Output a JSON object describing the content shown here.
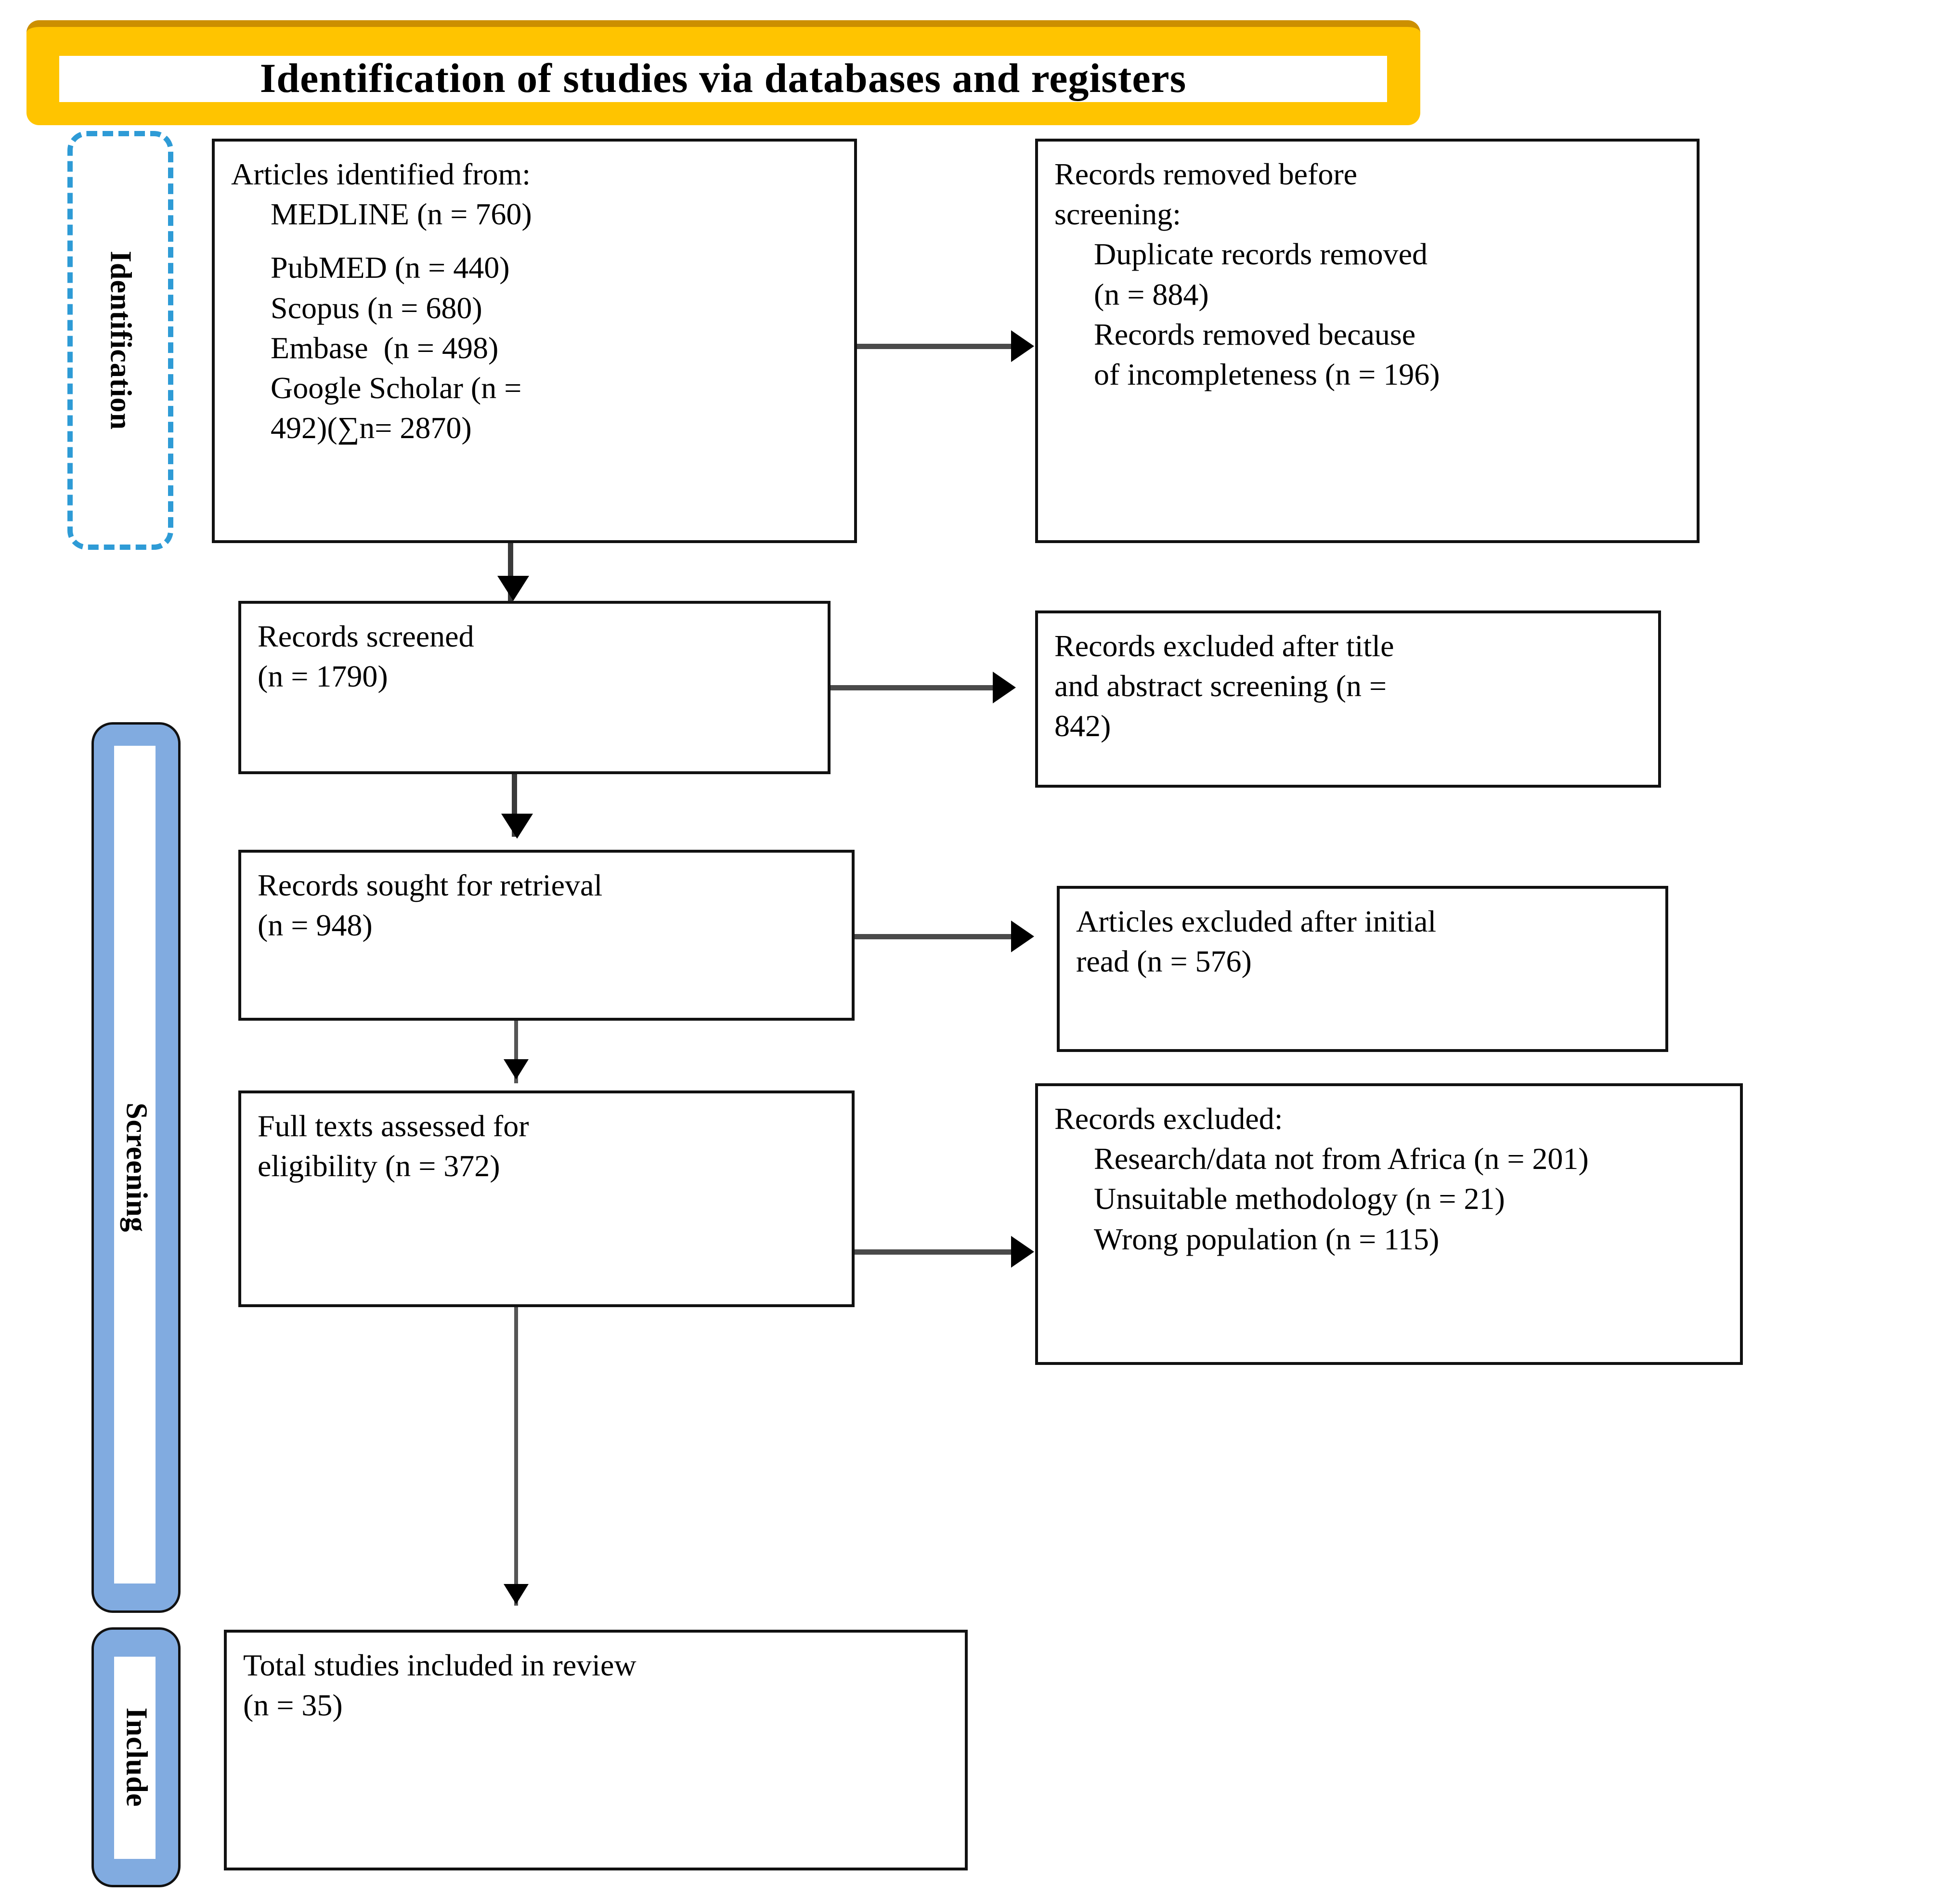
{
  "header": {
    "title": "Identification of studies via databases and registers",
    "banner_color": "#FFC400",
    "banner_edge_color": "#CC8F00"
  },
  "stages": [
    {
      "id": "identification",
      "label": "Identification",
      "style": "dashed",
      "accent_color": "#2E9BD6"
    },
    {
      "id": "screening",
      "label": "Screening",
      "style": "solid",
      "accent_color": "#81ABE0"
    },
    {
      "id": "include",
      "label": "Include",
      "style": "solid",
      "accent_color": "#81ABE0"
    }
  ],
  "boxes": {
    "identified": {
      "lines": [
        {
          "text": "Articles identified from:",
          "indent": 0,
          "gap": false
        },
        {
          "text": "MEDLINE (n = 760)",
          "indent": 1,
          "gap": false
        },
        {
          "text": "PubMED (n = 440)",
          "indent": 1,
          "gap": true
        },
        {
          "text": "Scopus (n = 680)",
          "indent": 1,
          "gap": false
        },
        {
          "text": "Embase  (n = 498)",
          "indent": 1,
          "gap": false
        },
        {
          "text": "Google Scholar (n =",
          "indent": 1,
          "gap": false
        },
        {
          "text": "492)(∑n= 2870)",
          "indent": 1,
          "gap": false
        }
      ]
    },
    "removed_before_screening": {
      "lines": [
        {
          "text": "Records removed before",
          "indent": 0,
          "gap": false
        },
        {
          "text": "screening:",
          "indent": 0,
          "gap": false
        },
        {
          "text": "Duplicate records removed",
          "indent": 1,
          "gap": false
        },
        {
          "text": "(n = 884)",
          "indent": 1,
          "gap": false
        },
        {
          "text": "Records removed because",
          "indent": 1,
          "gap": false
        },
        {
          "text": "of incompleteness (n = 196)",
          "indent": 1,
          "gap": false
        }
      ]
    },
    "records_screened": {
      "lines": [
        {
          "text": "Records screened",
          "indent": 0,
          "gap": false
        },
        {
          "text": "(n = 1790)",
          "indent": 0,
          "gap": false
        }
      ]
    },
    "excluded_title_abstract": {
      "lines": [
        {
          "text": "Records excluded after title",
          "indent": 0,
          "gap": false
        },
        {
          "text": "and abstract screening (n =",
          "indent": 0,
          "gap": false
        },
        {
          "text": "842)",
          "indent": 0,
          "gap": false
        }
      ]
    },
    "sought_retrieval": {
      "lines": [
        {
          "text": "Records sought for retrieval",
          "indent": 0,
          "gap": false
        },
        {
          "text": "(n = 948)",
          "indent": 0,
          "gap": false
        }
      ]
    },
    "excluded_initial_read": {
      "lines": [
        {
          "text": "Articles excluded after initial",
          "indent": 0,
          "gap": false
        },
        {
          "text": "read (n = 576)",
          "indent": 0,
          "gap": false
        }
      ]
    },
    "full_text_assessed": {
      "lines": [
        {
          "text": "Full texts assessed for",
          "indent": 0,
          "gap": false
        },
        {
          "text": "eligibility (n = 372)",
          "indent": 0,
          "gap": false
        }
      ]
    },
    "records_excluded_reasons": {
      "lines": [
        {
          "text": "Records excluded:",
          "indent": 0,
          "gap": false
        },
        {
          "text": "Research/data not from Africa (n = 201)",
          "indent": 1,
          "gap": false
        },
        {
          "text": "Unsuitable methodology (n = 21)",
          "indent": 1,
          "gap": false
        },
        {
          "text": "Wrong population (n = 115)",
          "indent": 1,
          "gap": false
        }
      ]
    },
    "total_included": {
      "lines": [
        {
          "text": "Total studies included in review",
          "indent": 0,
          "gap": false
        },
        {
          "text": "(n = 35)",
          "indent": 0,
          "gap": false
        }
      ]
    }
  },
  "chart_data": {
    "type": "diagram",
    "title": "Identification of studies via databases and registers",
    "nodes": [
      {
        "id": "identified",
        "stage": "Identification",
        "label": "Articles identified from",
        "n": 2870,
        "sources": [
          {
            "name": "MEDLINE",
            "n": 760
          },
          {
            "name": "PubMED",
            "n": 440
          },
          {
            "name": "Scopus",
            "n": 680
          },
          {
            "name": "Embase",
            "n": 498
          },
          {
            "name": "Google Scholar",
            "n": 492
          }
        ]
      },
      {
        "id": "removed_before_screening",
        "stage": "Identification",
        "label": "Records removed before screening",
        "reasons": [
          {
            "name": "Duplicate records removed",
            "n": 884
          },
          {
            "name": "Records removed because of incompleteness",
            "n": 196
          }
        ]
      },
      {
        "id": "records_screened",
        "stage": "Screening",
        "label": "Records screened",
        "n": 1790
      },
      {
        "id": "excluded_title_abstract",
        "stage": "Screening",
        "label": "Records excluded after title and abstract screening",
        "n": 842
      },
      {
        "id": "sought_retrieval",
        "stage": "Screening",
        "label": "Records sought for retrieval",
        "n": 948
      },
      {
        "id": "excluded_initial_read",
        "stage": "Screening",
        "label": "Articles excluded after initial read",
        "n": 576
      },
      {
        "id": "full_text_assessed",
        "stage": "Screening",
        "label": "Full texts assessed for eligibility",
        "n": 372
      },
      {
        "id": "records_excluded_reasons",
        "stage": "Screening",
        "label": "Records excluded",
        "reasons": [
          {
            "name": "Research/data not from Africa",
            "n": 201
          },
          {
            "name": "Unsuitable methodology",
            "n": 21
          },
          {
            "name": "Wrong population",
            "n": 115
          }
        ]
      },
      {
        "id": "total_included",
        "stage": "Include",
        "label": "Total studies included in review",
        "n": 35
      }
    ],
    "edges": [
      {
        "from": "identified",
        "to": "removed_before_screening",
        "direction": "right"
      },
      {
        "from": "identified",
        "to": "records_screened",
        "direction": "down"
      },
      {
        "from": "records_screened",
        "to": "excluded_title_abstract",
        "direction": "right"
      },
      {
        "from": "records_screened",
        "to": "sought_retrieval",
        "direction": "down"
      },
      {
        "from": "sought_retrieval",
        "to": "excluded_initial_read",
        "direction": "right"
      },
      {
        "from": "sought_retrieval",
        "to": "full_text_assessed",
        "direction": "down"
      },
      {
        "from": "full_text_assessed",
        "to": "records_excluded_reasons",
        "direction": "right"
      },
      {
        "from": "full_text_assessed",
        "to": "total_included",
        "direction": "down"
      }
    ]
  }
}
